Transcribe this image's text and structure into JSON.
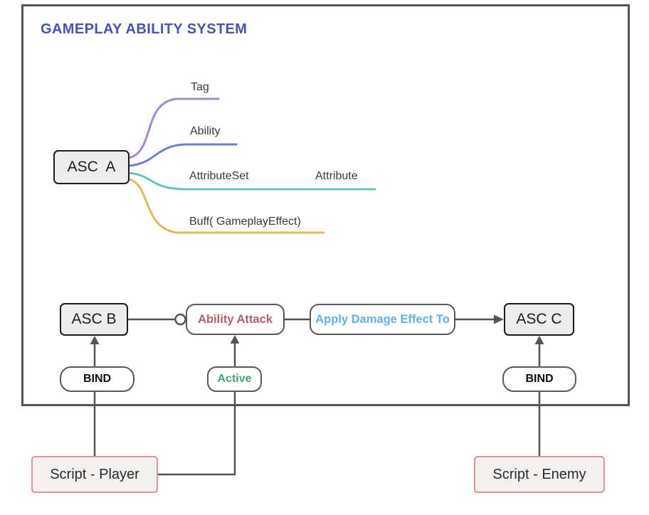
{
  "title": "GAMEPLAY ABILITY SYSTEM",
  "mindmap": {
    "root_label": "ASC  A",
    "branches": [
      {
        "label": "Tag",
        "color": "#a387d9"
      },
      {
        "label": "Ability",
        "color": "#6b7fd7"
      },
      {
        "label": "AttributeSet",
        "color": "#64c6bb",
        "child_label": "Attribute"
      },
      {
        "label": "Buff( GameplayEffect)",
        "color": "#e0b95a"
      }
    ]
  },
  "flow": {
    "asc_b_label": "ASC B",
    "ability_attack_label": "Ability Attack",
    "apply_damage_label": "Apply Damage Effect To",
    "asc_c_label": "ASC C",
    "bind_left_label": "BIND",
    "active_label": "Active",
    "bind_right_label": "BIND",
    "script_player_label": "Script - Player",
    "script_enemy_label": "Script - Enemy"
  },
  "colors": {
    "title_text": "#4a52b2",
    "connector": "#555555",
    "frame_border": "#555555",
    "ability_attack_text": "#b2606a",
    "apply_damage_text": "#63aeea",
    "active_text": "#4da171",
    "bind_text": "#0f0f0f",
    "asc_fill": "#ededed",
    "asc_border": "#1c1c1c",
    "script_border": "#e98f8f",
    "script_fill": "#f3f1f0"
  }
}
